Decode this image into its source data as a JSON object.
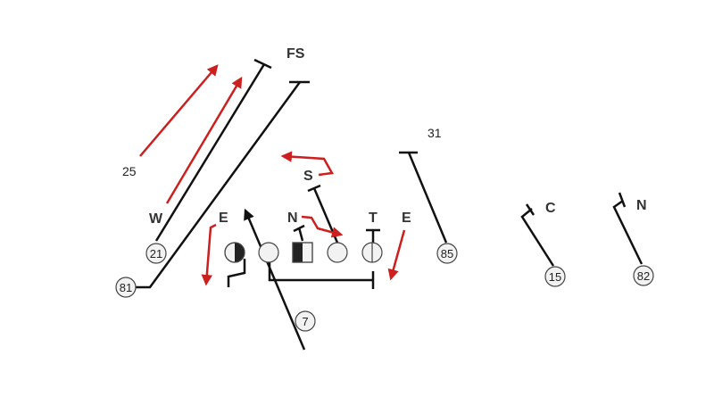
{
  "colors": {
    "offense_route": "#111111",
    "defense_move": "#cc1f1f",
    "player_fill": "#f2f2f2"
  },
  "defense": {
    "fs": "FS",
    "deep_number": "25",
    "weak": "W",
    "end_left": "E",
    "nose": "N",
    "strong": "S",
    "tackle": "T",
    "end_right": "E",
    "number_31": "31",
    "corner": "C",
    "nickel": "N"
  },
  "offense": {
    "wr_81": "81",
    "rb_21": "21",
    "qb_7": "7",
    "te_85": "85",
    "wr_15": "15",
    "wr_82": "82"
  }
}
